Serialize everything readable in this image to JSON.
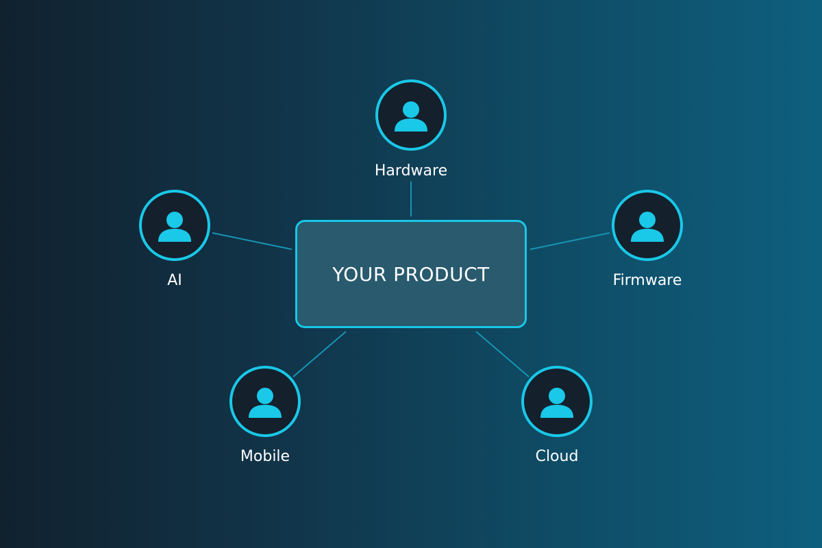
{
  "center": {
    "label": "YOUR PRODUCT"
  },
  "nodes": [
    {
      "id": "hardware",
      "label": "Hardware",
      "icon": "person-icon"
    },
    {
      "id": "ai",
      "label": "AI",
      "icon": "person-icon"
    },
    {
      "id": "firmware",
      "label": "Firmware",
      "icon": "person-icon"
    },
    {
      "id": "mobile",
      "label": "Mobile",
      "icon": "person-icon"
    },
    {
      "id": "cloud",
      "label": "Cloud",
      "icon": "person-icon"
    }
  ],
  "colors": {
    "accent": "#19c7e7",
    "connector": "#1795b5",
    "circle_fill": "#14202c",
    "box_fill": "#295a6e"
  }
}
